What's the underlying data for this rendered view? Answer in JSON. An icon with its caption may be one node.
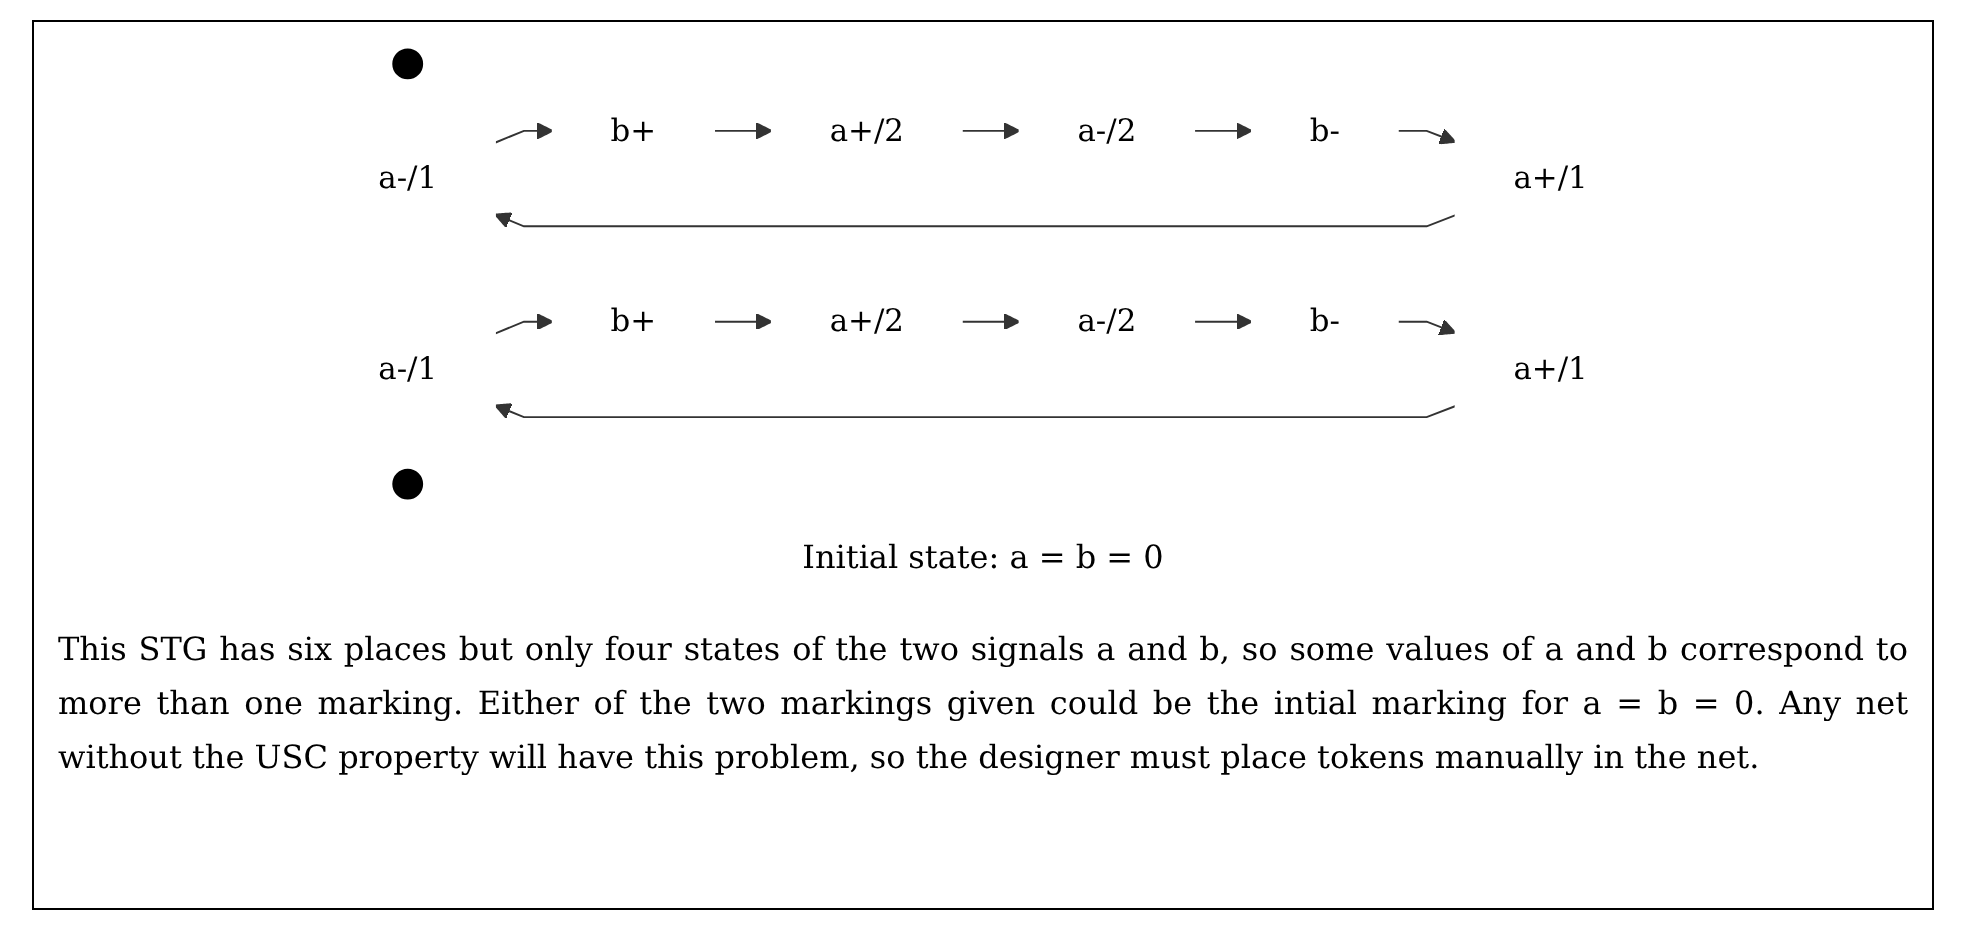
{
  "diagram": {
    "nodes": [
      {
        "text": [],
        "shape": "circle"
      },
      {
        "text": [
          "a+/1"
        ]
      },
      {
        "text": [
          "a-/1"
        ]
      },
      {
        "text": [
          "b-"
        ]
      },
      {
        "text": [
          "b+"
        ]
      },
      {
        "text": [
          "a-/2"
        ]
      },
      {
        "text": [
          "a+/2"
        ]
      },
      {
        "text": [
          "a+/1"
        ]
      },
      {
        "text": [
          "a-/1"
        ]
      },
      {
        "text": [],
        "shape": "circle"
      },
      {
        "text": [
          "b-"
        ]
      },
      {
        "text": [
          "b+"
        ]
      },
      {
        "text": [
          "a-/2"
        ]
      },
      {
        "text": [
          "a+/2"
        ]
      }
    ],
    "edges": [
      {
        "from": 1,
        "to": 2,
        "arrow": "to"
      },
      {
        "from": 2,
        "to": 4,
        "arrow": "to"
      },
      {
        "from": 4,
        "to": 6,
        "arrow": "to"
      },
      {
        "from": 6,
        "to": 5,
        "arrow": "to"
      },
      {
        "from": 5,
        "to": 3,
        "arrow": "to"
      },
      {
        "from": 3,
        "to": 1,
        "arrow": "to"
      },
      {
        "from": 7,
        "to": 8,
        "arrow": "to"
      },
      {
        "from": 8,
        "to": 11,
        "arrow": "to"
      },
      {
        "from": 11,
        "to": 13,
        "arrow": "to"
      },
      {
        "from": 13,
        "to": 12,
        "arrow": "to"
      },
      {
        "from": 12,
        "to": 10,
        "arrow": "to"
      },
      {
        "from": 10,
        "to": 7,
        "arrow": "to"
      }
    ],
    "labels": [
      "Initial state: a = b = 0"
    ],
    "caption": "This STG has six places but only four states of the two signals a and b, so some values of a and b correspond to more than one marking. Either of the two markings given could be the intial marking for a = b = 0. Any net without the USC property will have this problem, so the designer must place tokens manually in the net."
  }
}
